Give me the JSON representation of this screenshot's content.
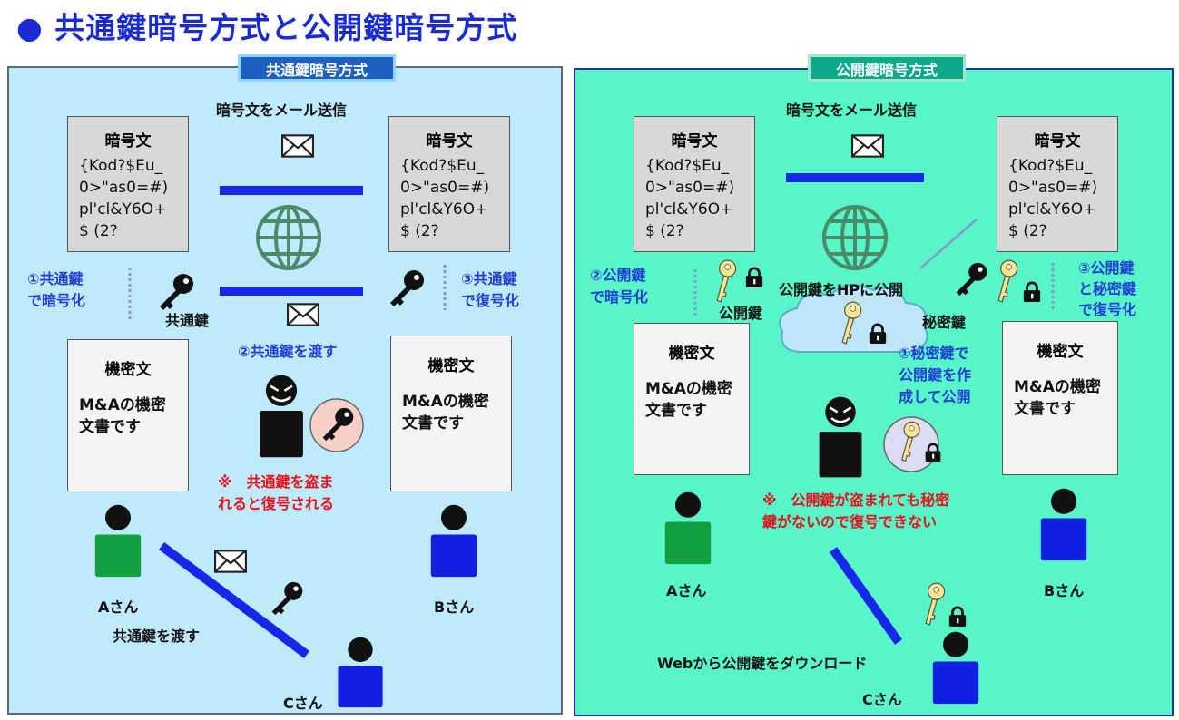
{
  "title": "● 共通鍵暗号方式と公開鍵暗号方式",
  "left": {
    "header": "共通鍵暗号方式",
    "send_label": "暗号文をメール送信",
    "cipher_title": "暗号文",
    "cipher_lines": [
      "{Kod?$Eu_",
      "0>\"as0=#)",
      "pl'cl&Y6O+",
      "$ (2?"
    ],
    "step1": [
      "①共通鍵",
      "で暗号化"
    ],
    "step2": "②共通鍵を渡す",
    "step3": [
      "③共通",
      "鍵",
      "で復号化"
    ],
    "key_label": "共通鍵",
    "secret_title": "機密文",
    "secret_lines": [
      "M&Aの機密",
      "文書です"
    ],
    "warning": [
      "※　共通鍵を盗ま",
      "れると復号される"
    ],
    "person_a": "Aさん",
    "person_b": "Bさん",
    "person_c": "Cさん",
    "pass_key": "共通鍵を渡す"
  },
  "right": {
    "header": "公開鍵暗号方式",
    "send_label": "暗号文をメール送信",
    "cipher_title": "暗号文",
    "cipher_lines": [
      "{Kod?$Eu_",
      "0>\"as0=#)",
      "pl'cl&Y6O+",
      "$ (2?"
    ],
    "step2": [
      "②公開鍵",
      "で暗号化"
    ],
    "step1": [
      "①秘密鍵で",
      "公開鍵を作",
      "成して公開"
    ],
    "step3": [
      "③公開鍵",
      "と秘密鍵",
      "で復号化"
    ],
    "public_key_label": "公開鍵",
    "private_key_label": "秘密鍵",
    "publish_label": "公開鍵をHPに公開",
    "secret_title": "機密文",
    "secret_lines": [
      "M&Aの機密",
      "文書です"
    ],
    "warning": [
      "※　公開鍵が盗まれても秘密",
      "鍵がないので復号できない"
    ],
    "person_a": "Aさん",
    "person_b": "Bさん",
    "person_c": "Cさん",
    "download": "Webから公開鍵をダウンロード"
  },
  "colors": {
    "title": "#1a2bd6",
    "arrow": "#1428e8",
    "left_bg": "#bfeafc",
    "right_bg": "#58f5c8",
    "person_a": "#12a040",
    "person_b": "#1020e0"
  }
}
